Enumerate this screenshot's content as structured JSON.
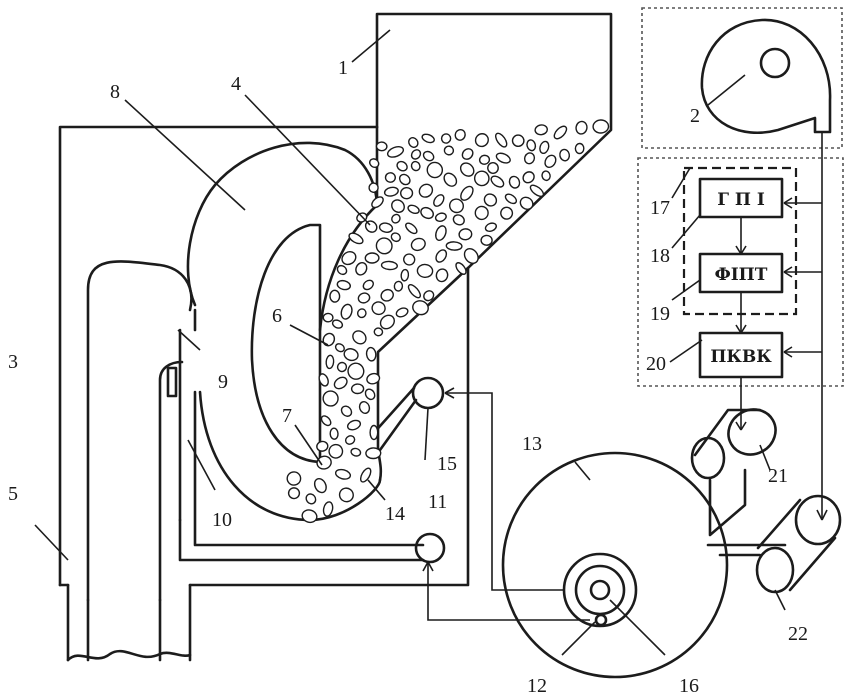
{
  "diagram": {
    "callouts": {
      "n1": "1",
      "n2": "2",
      "n3": "3",
      "n4": "4",
      "n5": "5",
      "n6": "6",
      "n7": "7",
      "n8": "8",
      "n9": "9",
      "n10": "10",
      "n11": "11",
      "n12": "12",
      "n13": "13",
      "n14": "14",
      "n15": "15",
      "n16": "16",
      "n17": "17",
      "n18": "18",
      "n19": "19",
      "n20": "20",
      "n21": "21",
      "n22": "22"
    },
    "blocks": {
      "gpi": "Г П І",
      "fipt": "ФІПТ",
      "pkvk": "ПКВК"
    }
  }
}
